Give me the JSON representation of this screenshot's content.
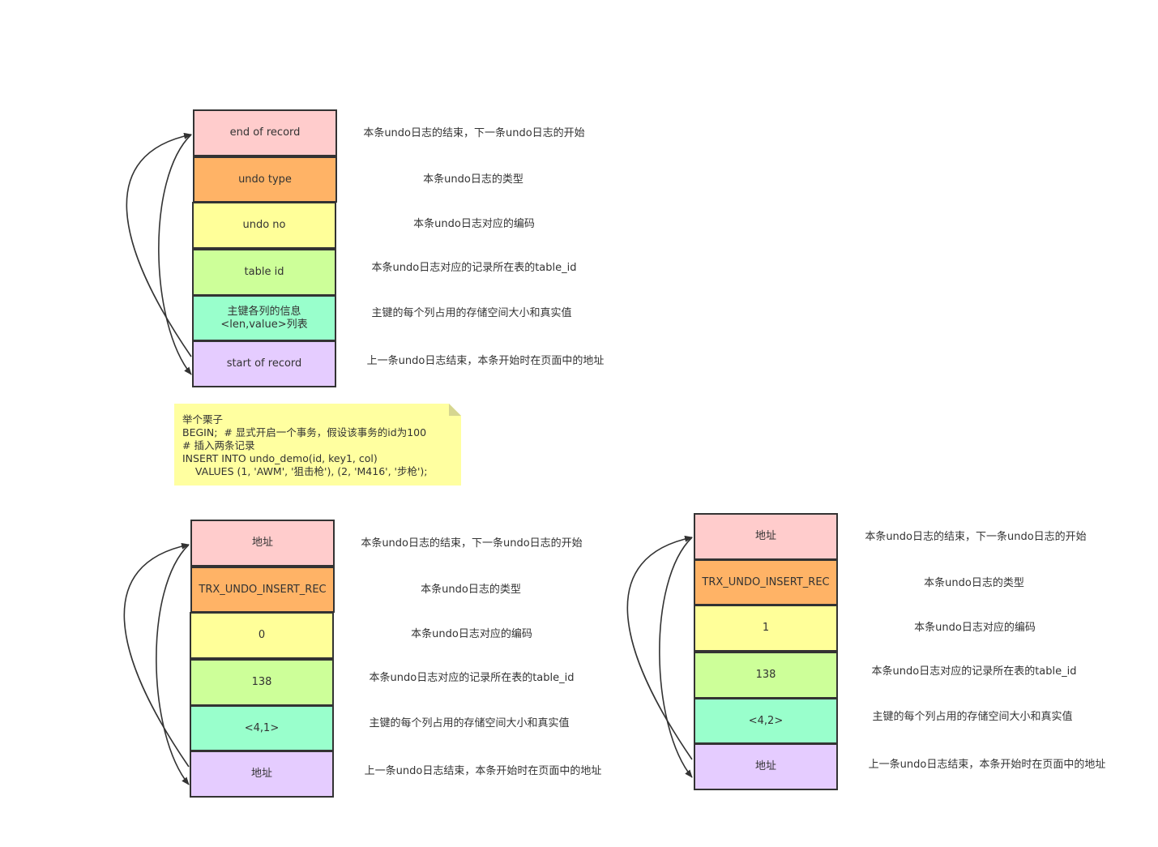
{
  "colors": {
    "pink": "#ffcccc",
    "orange": "#ffb366",
    "yellow": "#ffff99",
    "green": "#cdff99",
    "mint": "#99ffcc",
    "lavender": "#e5ccff",
    "note": "#ffffa0",
    "stroke": "#333333"
  },
  "structure": {
    "fields": [
      "end of record",
      "undo type",
      "undo no",
      "table id",
      "主键各列的信息\n<len,value>列表",
      "start of record"
    ],
    "descriptions": [
      "本条undo日志的结束，下一条undo日志的开始",
      "本条undo日志的类型",
      "本条undo日志对应的编码",
      "本条undo日志对应的记录所在表的table_id",
      "主键的每个列占用的存储空间大小和真实值",
      "上一条undo日志结束，本条开始时在页面中的地址"
    ]
  },
  "note": {
    "text": "举个栗子\nBEGIN;  # 显式开启一个事务，假设该事务的id为100\n# 插入两条记录\nINSERT INTO undo_demo(id, key1, col)\n    VALUES (1, 'AWM', '狙击枪'), (2, 'M416', '步枪');"
  },
  "record1": {
    "fields": [
      "地址",
      "TRX_UNDO_INSERT_REC",
      "0",
      "138",
      "<4,1>",
      "地址"
    ],
    "descriptions": [
      "本条undo日志的结束，下一条undo日志的开始",
      "本条undo日志的类型",
      "本条undo日志对应的编码",
      "本条undo日志对应的记录所在表的table_id",
      "主键的每个列占用的存储空间大小和真实值",
      "上一条undo日志结束，本条开始时在页面中的地址"
    ]
  },
  "record2": {
    "fields": [
      "地址",
      "TRX_UNDO_INSERT_REC",
      "1",
      "138",
      "<4,2>",
      "地址"
    ],
    "descriptions": [
      "本条undo日志的结束，下一条undo日志的开始",
      "本条undo日志的类型",
      "本条undo日志对应的编码",
      "本条undo日志对应的记录所在表的table_id",
      "主键的每个列占用的存储空间大小和真实值",
      "上一条undo日志结束，本条开始时在页面中的地址"
    ]
  }
}
